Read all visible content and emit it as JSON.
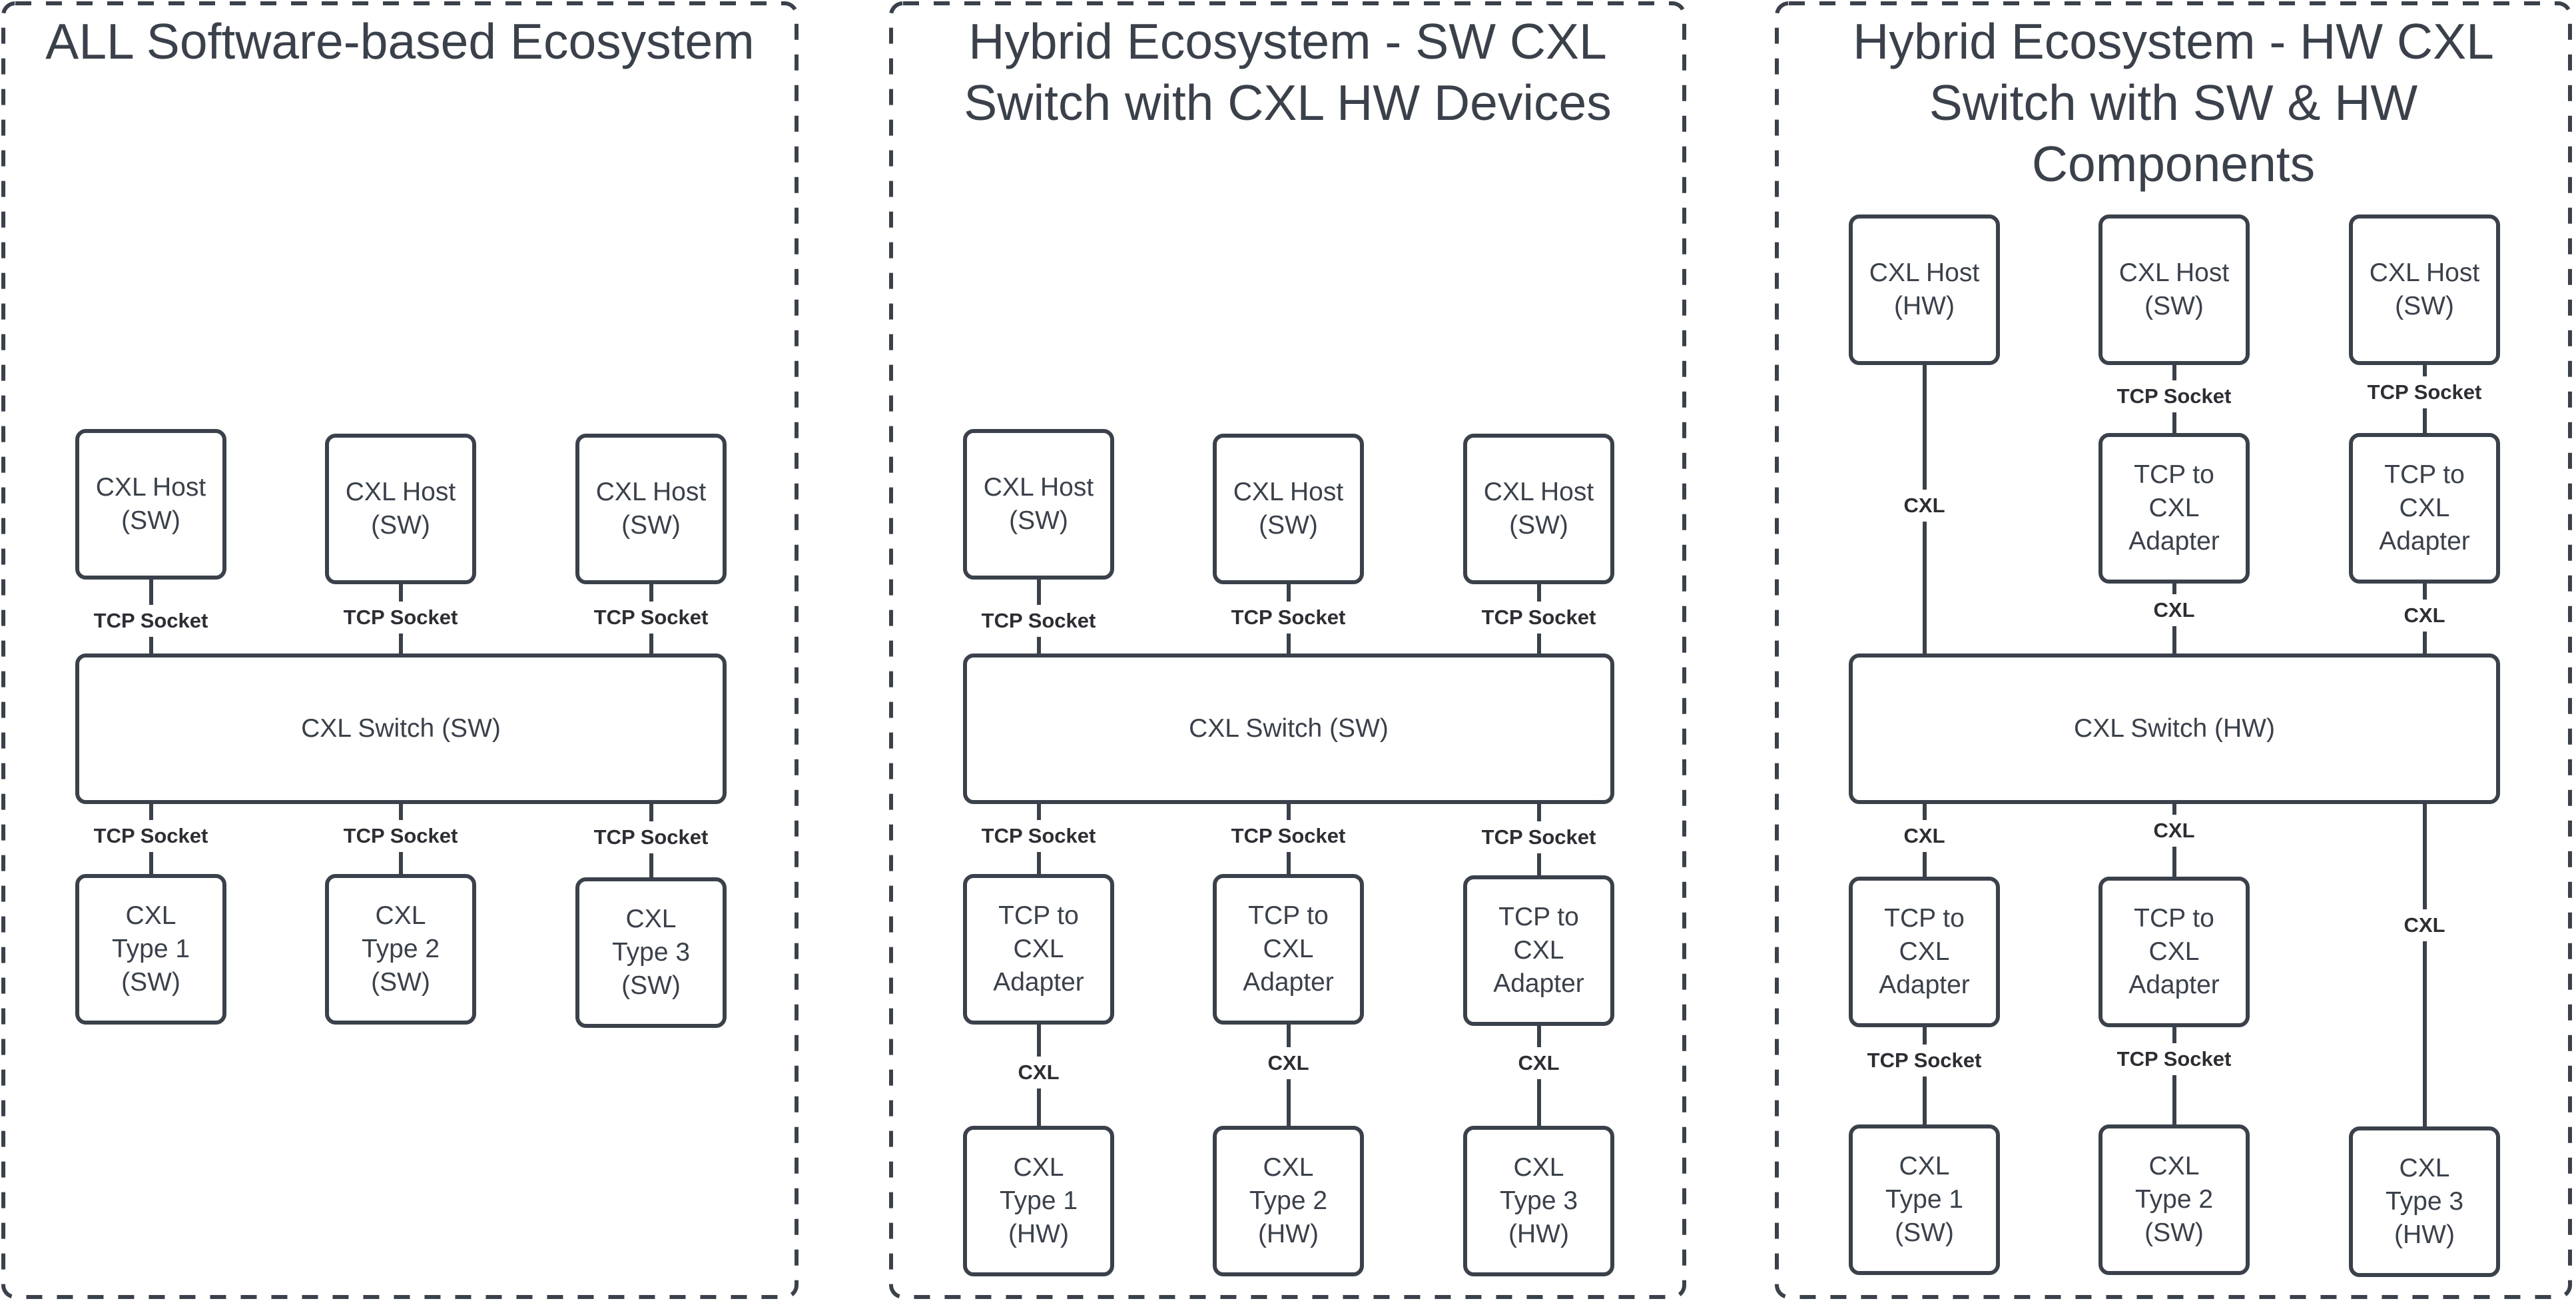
{
  "colors": {
    "stroke": "#3a414a",
    "text": "#3a414a",
    "label_text": "#2c2e33",
    "background": "#ffffff"
  },
  "panels": [
    {
      "id": "all-software",
      "title": "ALL Software-based Ecosystem",
      "nodes": [
        {
          "id": "host1",
          "label": "CXL Host\n(SW)"
        },
        {
          "id": "host2",
          "label": "CXL Host\n(SW)"
        },
        {
          "id": "host3",
          "label": "CXL Host\n(SW)"
        },
        {
          "id": "switch",
          "label": "CXL Switch (SW)"
        },
        {
          "id": "dev1",
          "label": "CXL\nType 1\n(SW)"
        },
        {
          "id": "dev2",
          "label": "CXL\nType 2\n(SW)"
        },
        {
          "id": "dev3",
          "label": "CXL\nType 3\n(SW)"
        }
      ],
      "links": [
        {
          "from": "host1",
          "to": "switch",
          "label": "TCP Socket"
        },
        {
          "from": "host2",
          "to": "switch",
          "label": "TCP Socket"
        },
        {
          "from": "host3",
          "to": "switch",
          "label": "TCP Socket"
        },
        {
          "from": "switch",
          "to": "dev1",
          "label": "TCP Socket"
        },
        {
          "from": "switch",
          "to": "dev2",
          "label": "TCP Socket"
        },
        {
          "from": "switch",
          "to": "dev3",
          "label": "TCP Socket"
        }
      ]
    },
    {
      "id": "hybrid-sw-switch",
      "title": "Hybrid Ecosystem - SW CXL Switch with CXL HW Devices",
      "nodes": [
        {
          "id": "host1",
          "label": "CXL Host\n(SW)"
        },
        {
          "id": "host2",
          "label": "CXL Host\n(SW)"
        },
        {
          "id": "host3",
          "label": "CXL Host\n(SW)"
        },
        {
          "id": "switch",
          "label": "CXL Switch (SW)"
        },
        {
          "id": "adapter1",
          "label": "TCP to\nCXL\nAdapter"
        },
        {
          "id": "adapter2",
          "label": "TCP to\nCXL\nAdapter"
        },
        {
          "id": "adapter3",
          "label": "TCP to\nCXL\nAdapter"
        },
        {
          "id": "dev1",
          "label": "CXL\nType 1\n(HW)"
        },
        {
          "id": "dev2",
          "label": "CXL\nType 2\n(HW)"
        },
        {
          "id": "dev3",
          "label": "CXL\nType 3\n(HW)"
        }
      ],
      "links": [
        {
          "from": "host1",
          "to": "switch",
          "label": "TCP Socket"
        },
        {
          "from": "host2",
          "to": "switch",
          "label": "TCP Socket"
        },
        {
          "from": "host3",
          "to": "switch",
          "label": "TCP Socket"
        },
        {
          "from": "switch",
          "to": "adapter1",
          "label": "TCP Socket"
        },
        {
          "from": "switch",
          "to": "adapter2",
          "label": "TCP Socket"
        },
        {
          "from": "switch",
          "to": "adapter3",
          "label": "TCP Socket"
        },
        {
          "from": "adapter1",
          "to": "dev1",
          "label": "CXL"
        },
        {
          "from": "adapter2",
          "to": "dev2",
          "label": "CXL"
        },
        {
          "from": "adapter3",
          "to": "dev3",
          "label": "CXL"
        }
      ]
    },
    {
      "id": "hybrid-hw-switch",
      "title": "Hybrid Ecosystem - HW CXL Switch with SW & HW Components",
      "nodes": [
        {
          "id": "host1",
          "label": "CXL Host\n(HW)"
        },
        {
          "id": "host2",
          "label": "CXL Host\n(SW)"
        },
        {
          "id": "host3",
          "label": "CXL Host\n(SW)"
        },
        {
          "id": "hadapter2",
          "label": "TCP to\nCXL\nAdapter"
        },
        {
          "id": "hadapter3",
          "label": "TCP to\nCXL\nAdapter"
        },
        {
          "id": "switch",
          "label": "CXL Switch (HW)"
        },
        {
          "id": "dadapter1",
          "label": "TCP to\nCXL\nAdapter"
        },
        {
          "id": "dadapter2",
          "label": "TCP to\nCXL\nAdapter"
        },
        {
          "id": "dev1",
          "label": "CXL\nType 1\n(SW)"
        },
        {
          "id": "dev2",
          "label": "CXL\nType 2\n(SW)"
        },
        {
          "id": "dev3",
          "label": "CXL\nType 3\n(HW)"
        }
      ],
      "links": [
        {
          "from": "host1",
          "to": "switch",
          "label": "CXL"
        },
        {
          "from": "host2",
          "to": "hadapter2",
          "label": "TCP Socket"
        },
        {
          "from": "host3",
          "to": "hadapter3",
          "label": "TCP Socket"
        },
        {
          "from": "hadapter2",
          "to": "switch",
          "label": "CXL"
        },
        {
          "from": "hadapter3",
          "to": "switch",
          "label": "CXL"
        },
        {
          "from": "switch",
          "to": "dadapter1",
          "label": "CXL"
        },
        {
          "from": "switch",
          "to": "dadapter2",
          "label": "CXL"
        },
        {
          "from": "switch",
          "to": "dev3",
          "label": "CXL"
        },
        {
          "from": "dadapter1",
          "to": "dev1",
          "label": "TCP Socket"
        },
        {
          "from": "dadapter2",
          "to": "dev2",
          "label": "TCP Socket"
        }
      ]
    }
  ]
}
